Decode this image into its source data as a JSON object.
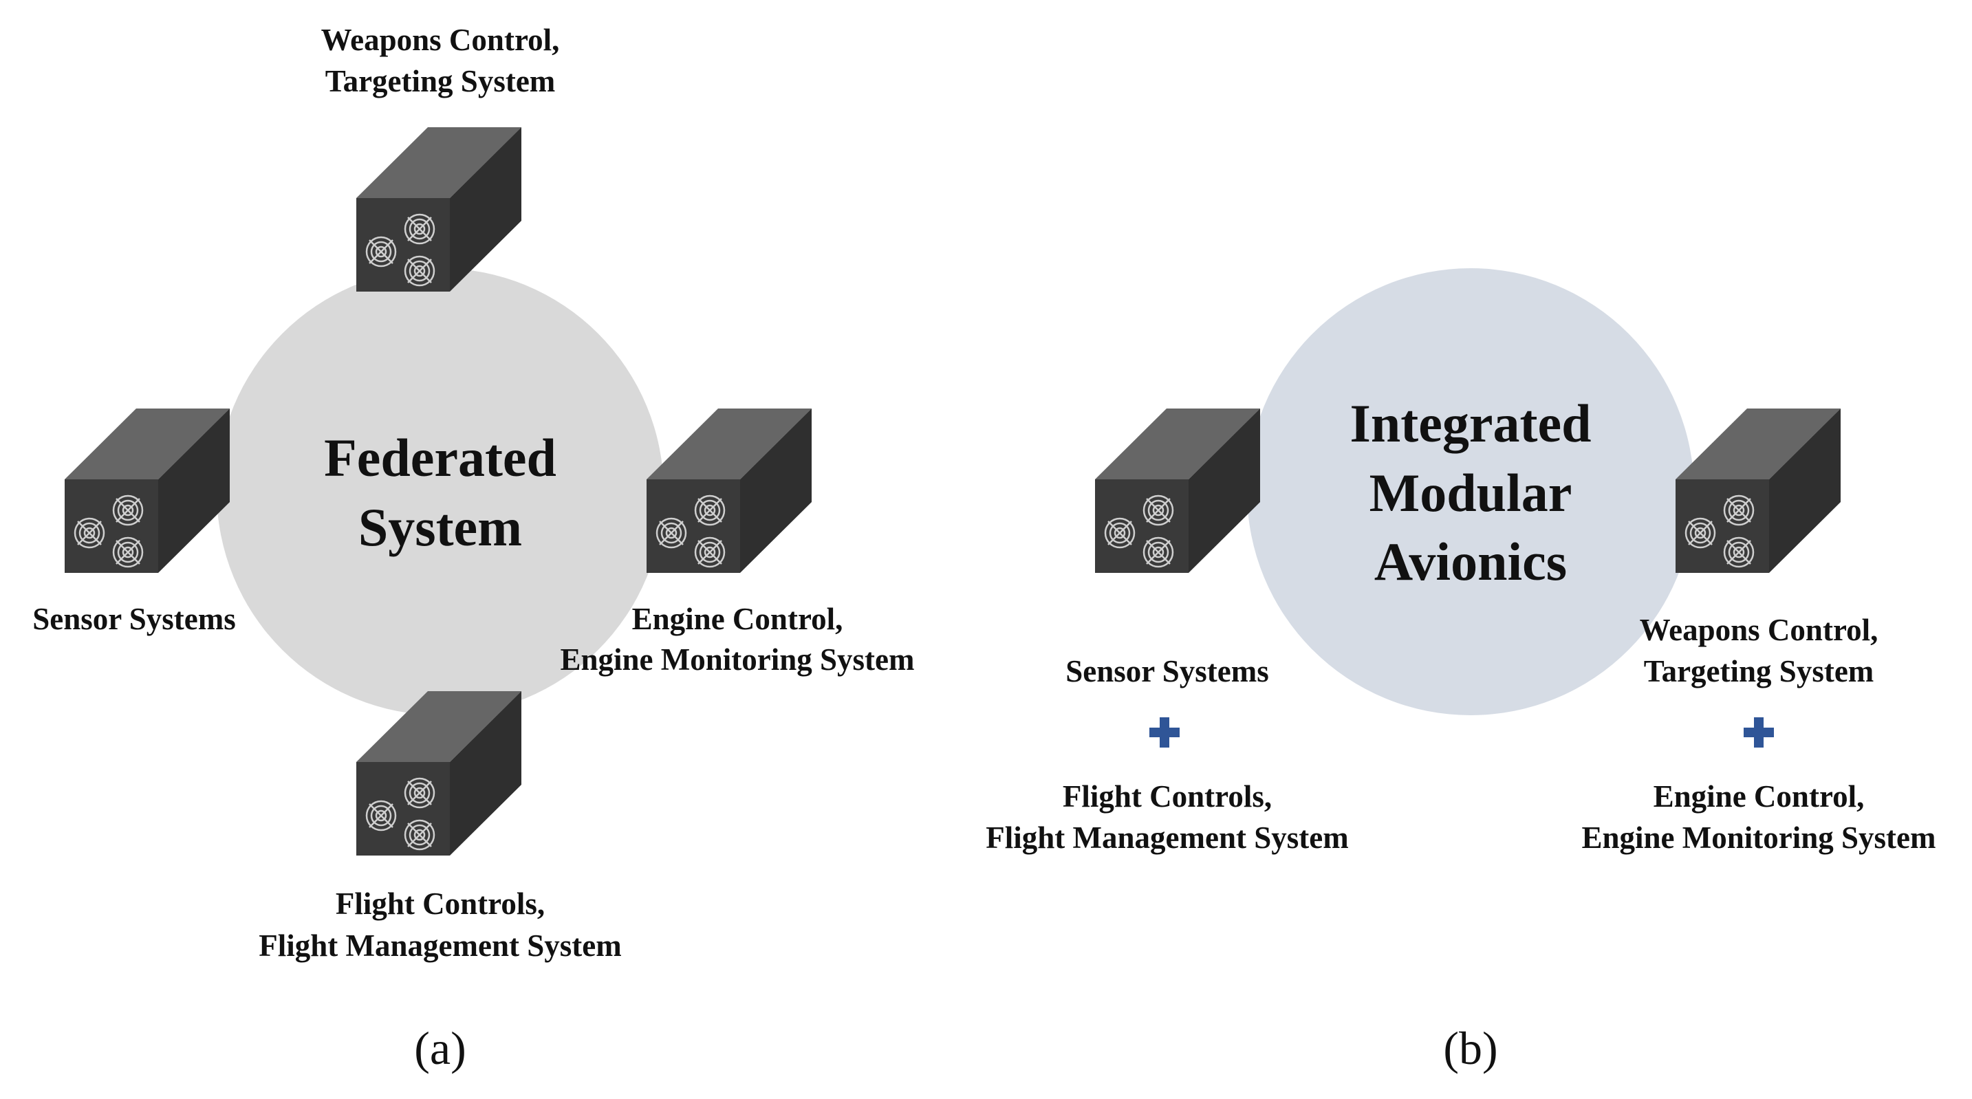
{
  "panel_a": {
    "center_lines": [
      "Federated",
      "System"
    ],
    "labels": {
      "top": [
        "Weapons Control,",
        "Targeting System"
      ],
      "left": [
        "Sensor Systems"
      ],
      "right": [
        "Engine Control,",
        "Engine Monitoring System"
      ],
      "bottom": [
        "Flight Controls,",
        "Flight Management System"
      ]
    },
    "caption": "(a)"
  },
  "panel_b": {
    "center_lines": [
      "Integrated",
      "Modular",
      "Avionics"
    ],
    "left_group": {
      "first": [
        "Sensor Systems"
      ],
      "second": [
        "Flight Controls,",
        "Flight Management System"
      ]
    },
    "right_group": {
      "first": [
        "Weapons Control,",
        "Targeting System"
      ],
      "second": [
        "Engine Control,",
        "Engine Monitoring System"
      ]
    },
    "caption": "(b)"
  },
  "colors": {
    "federated_circle": "#d9d9d9",
    "ima_circle": "#d6dce5",
    "box_front": "#3a3a3a",
    "box_top": "#666666",
    "box_side": "#2f2f2f",
    "plus": "#2f5597",
    "fan": "#cfcfcf"
  },
  "icons": [
    "avionics-unit-icon",
    "fan-icon",
    "plus-icon"
  ]
}
